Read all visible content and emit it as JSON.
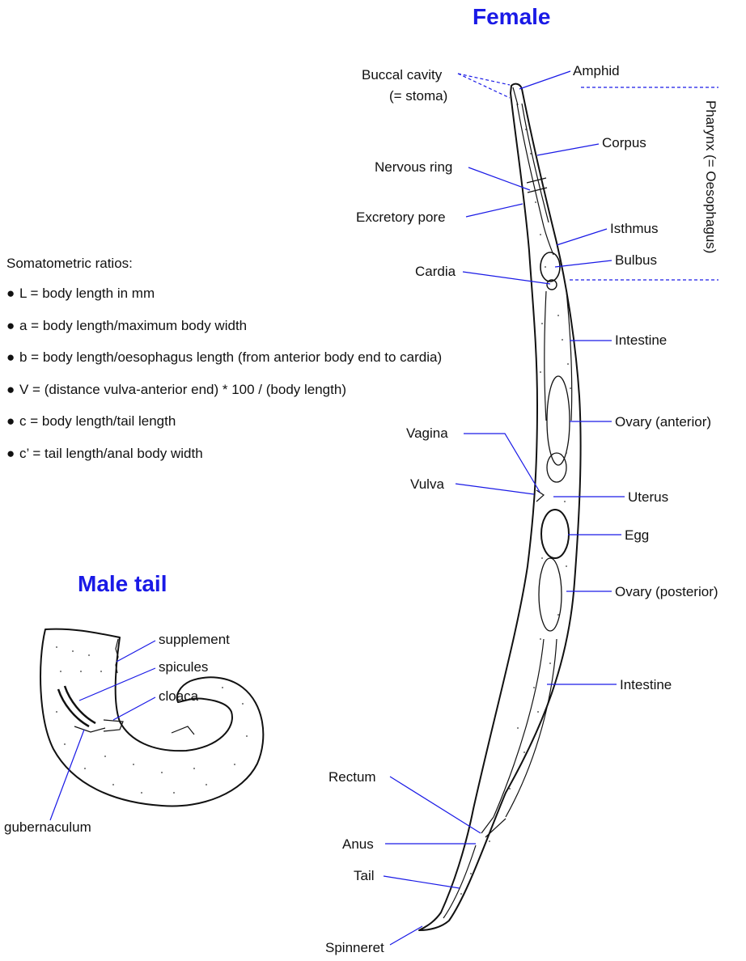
{
  "titles": {
    "female": "Female",
    "male": "Male tail"
  },
  "ratios": {
    "heading": "Somatometric ratios:",
    "items": [
      "L = body length in mm",
      "a = body length/maximum body width",
      "b = body length/oesophagus length (from anterior body end to cardia)",
      "V = (distance vulva-anterior end) * 100 / (body length)",
      "c = body length/tail length",
      "c’ = tail length/anal body width"
    ]
  },
  "female_labels": {
    "buccal_cavity": "Buccal cavity",
    "stoma": "(= stoma)",
    "amphid": "Amphid",
    "pharynx": "Pharynx (= Oesophagus)",
    "corpus": "Corpus",
    "nervous_ring": "Nervous ring",
    "excretory_pore": "Excretory pore",
    "isthmus": "Isthmus",
    "bulbus": "Bulbus",
    "cardia": "Cardia",
    "intestine_anterior": "Intestine",
    "ovary_anterior": "Ovary (anterior)",
    "vagina": "Vagina",
    "vulva": "Vulva",
    "uterus": "Uterus",
    "egg": "Egg",
    "ovary_posterior": "Ovary (posterior)",
    "intestine_posterior": "Intestine",
    "rectum": "Rectum",
    "anus": "Anus",
    "tail": "Tail",
    "spinneret": "Spinneret"
  },
  "male_labels": {
    "supplement": "supplement",
    "spicules": "spicules",
    "cloaca": "cloaca",
    "gubernaculum": "gubernaculum"
  },
  "colors": {
    "title": "#1a1ae6",
    "leader": "#1a1ae6",
    "text": "#111111",
    "drawing": "#111111"
  }
}
